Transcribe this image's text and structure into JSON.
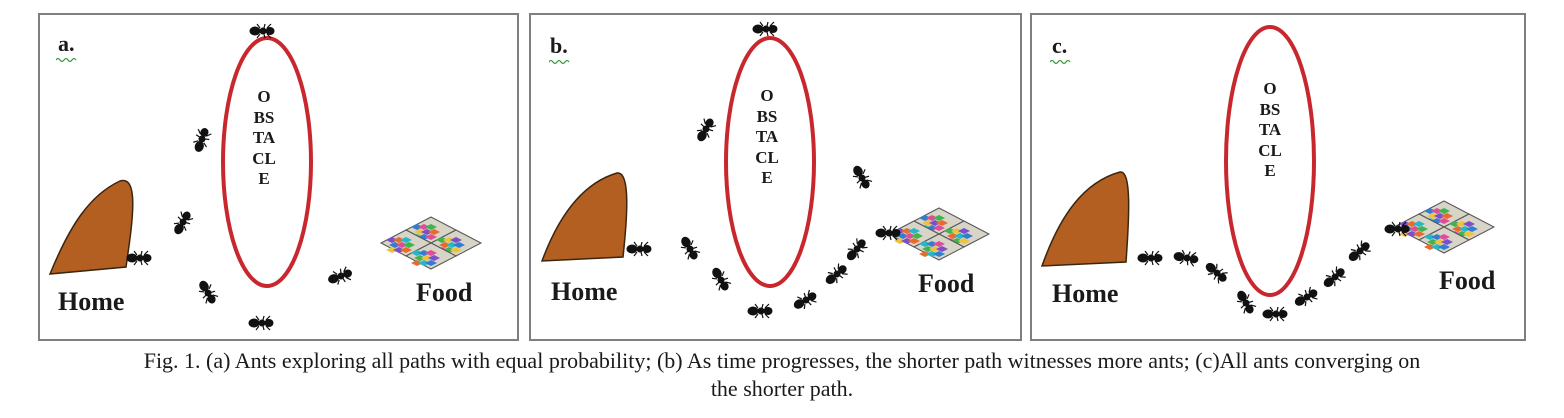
{
  "panels": [
    {
      "label": "a.",
      "obstacle": "OBSTACLE",
      "home": "Home",
      "food": "Food"
    },
    {
      "label": "b.",
      "obstacle": "OBSTACLE",
      "home": "Home",
      "food": "Food"
    },
    {
      "label": "c.",
      "obstacle": "OBSTACLE",
      "home": "Home",
      "food": "Food"
    }
  ],
  "caption": {
    "line1": "Fig. 1. (a) Ants exploring all paths with equal probability; (b) As time progresses, the shorter path witnesses more ants; (c)All ants converging on",
    "line2": "the shorter path."
  },
  "colors": {
    "obstacle_outline": "#c8282d",
    "home_fill": "#b35f22",
    "ant": "#111111",
    "panel_border": "#7f7f7f"
  },
  "icons": [
    "ant-icon",
    "home-mound-icon",
    "food-tiles-icon",
    "obstacle-ellipse-icon"
  ]
}
